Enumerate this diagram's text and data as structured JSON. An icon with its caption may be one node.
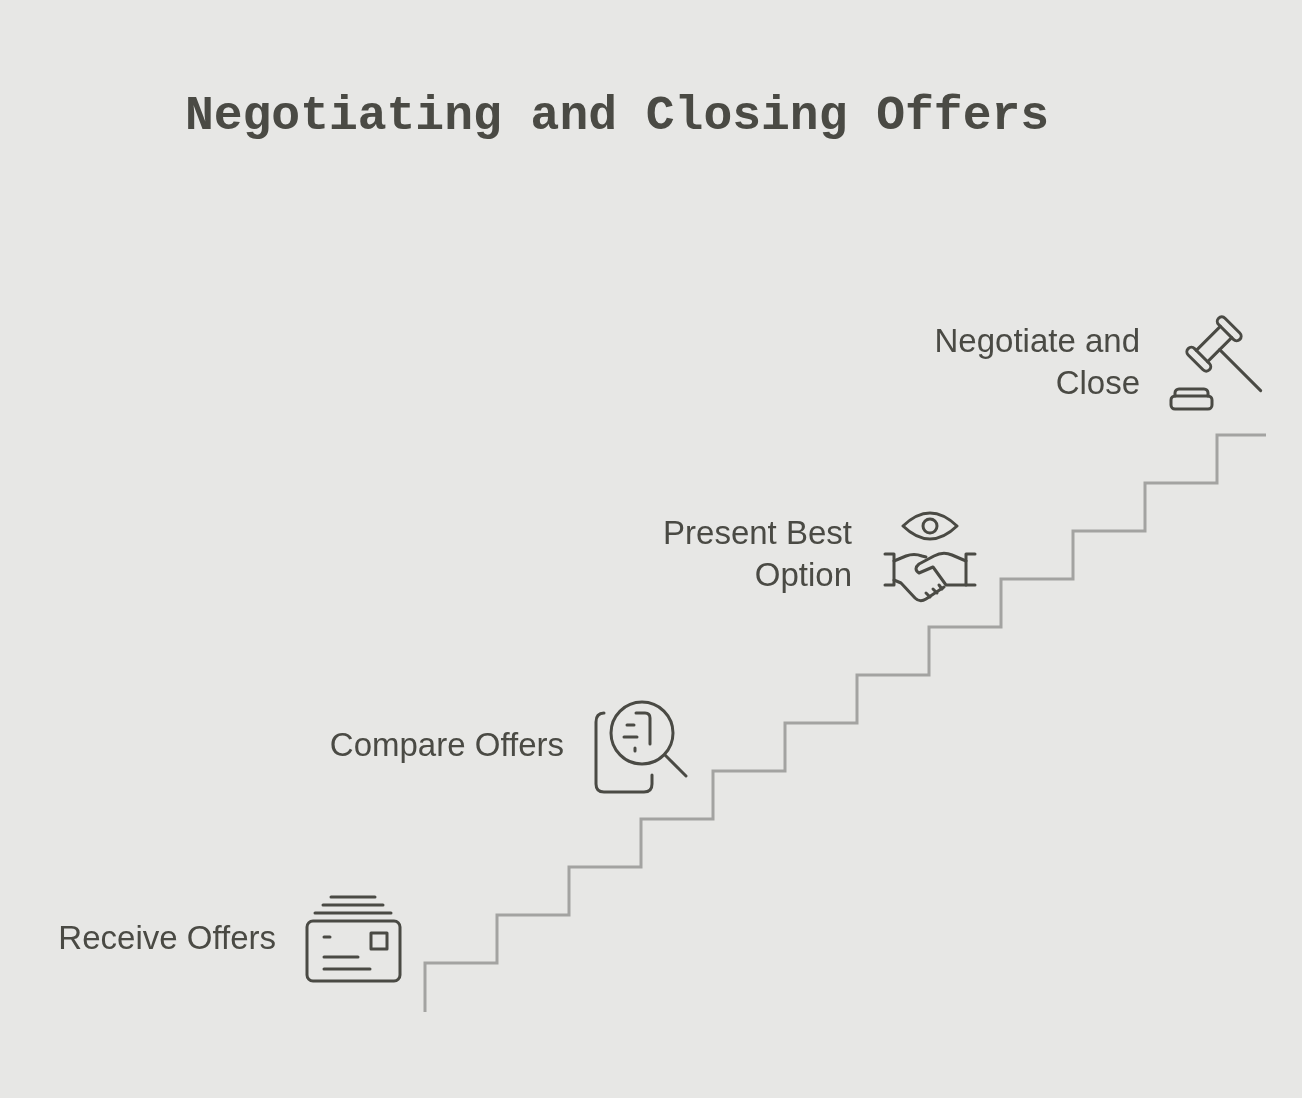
{
  "diagram": {
    "title": "Negotiating and Closing Offers",
    "labels": [
      "Negotiate and Close",
      "Present Best Option",
      "Compare Offers",
      "Receive Offers"
    ]
  }
}
